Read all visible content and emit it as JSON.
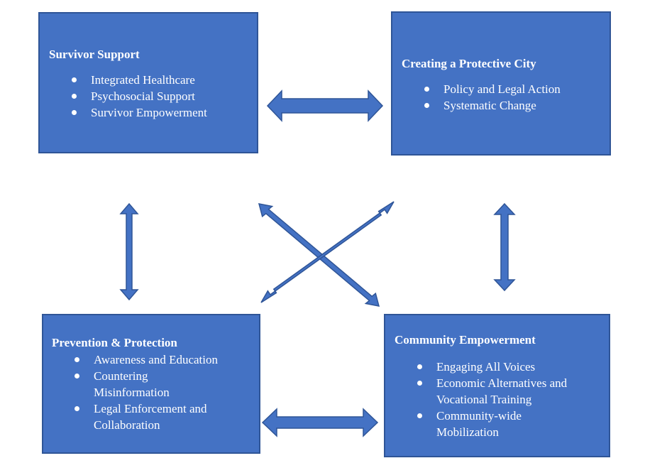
{
  "boxes": {
    "survivor_support": {
      "title": "Survivor Support",
      "items": [
        "Integrated Healthcare",
        "Psychosocial Support",
        "Survivor Empowerment"
      ]
    },
    "protective_city": {
      "title": "Creating a Protective City",
      "items": [
        "Policy and Legal Action",
        "Systematic Change"
      ]
    },
    "prevention_protection": {
      "title": "Prevention & Protection",
      "items": [
        "Awareness and Education",
        "Countering Misinformation",
        "Legal Enforcement and Collaboration"
      ]
    },
    "community_empowerment": {
      "title": "Community Empowerment",
      "items": [
        "Engaging All Voices",
        "Economic Alternatives and Vocational Training",
        "Community-wide Mobilization"
      ]
    }
  },
  "colors": {
    "box_fill": "#4472c4",
    "box_border": "#2f5597",
    "arrow_fill": "#4472c4",
    "arrow_stroke": "#2f5597",
    "text": "#ffffff"
  }
}
